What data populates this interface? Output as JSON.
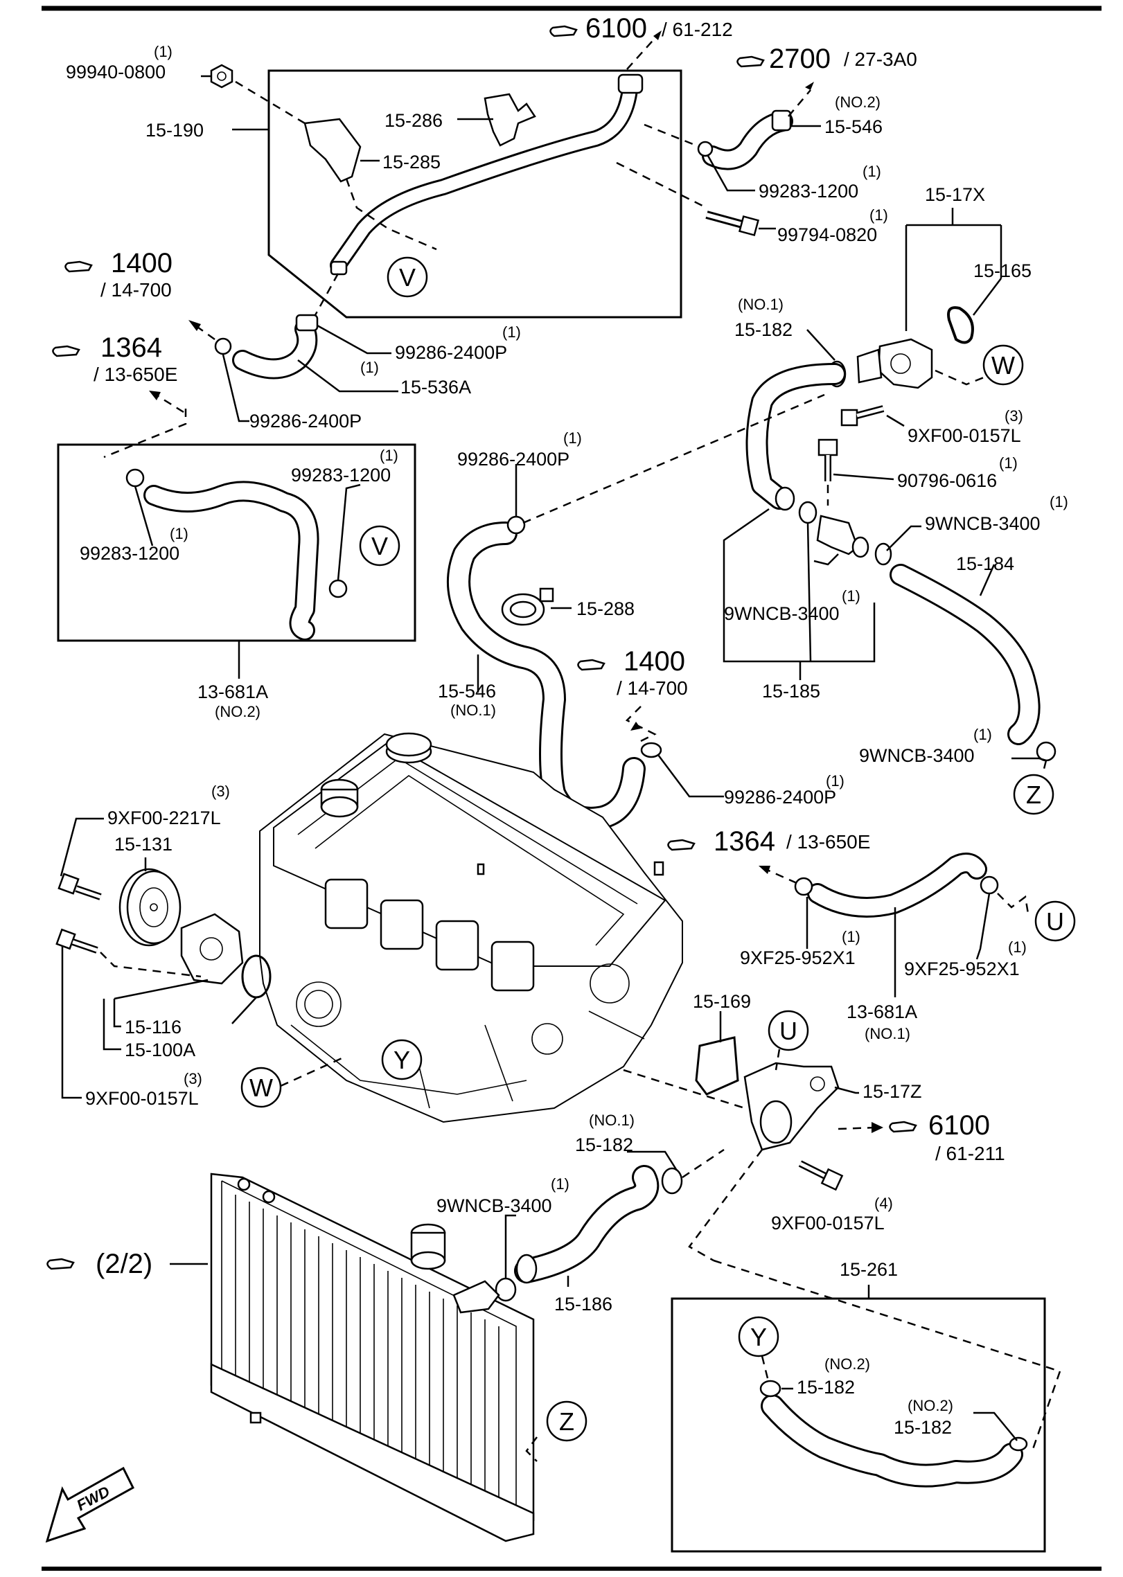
{
  "references": {
    "ref_6100_top": {
      "code": "6100",
      "sub": "/ 61-212"
    },
    "ref_2700": {
      "code": "2700",
      "sub": "/ 27-3A0"
    },
    "ref_1400_left": {
      "code": "1400",
      "sub": "/ 14-700"
    },
    "ref_1364_left": {
      "code": "1364",
      "sub": "/ 13-650E"
    },
    "ref_1400_mid": {
      "code": "1400",
      "sub": "/ 14-700"
    },
    "ref_1364_mid": {
      "code": "1364",
      "sub": "/ 13-650E"
    },
    "ref_6100_right": {
      "code": "6100",
      "sub": "/ 61-211"
    },
    "ref_radiator": {
      "code": "(2/2)"
    }
  },
  "callouts": {
    "V": "V",
    "W": "W",
    "Y": "Y",
    "Z": "Z",
    "U": "U"
  },
  "labels": {
    "p99940_qty": "(1)",
    "p99940": "99940-0800",
    "p15_190": "15-190",
    "p15_286": "15-286",
    "p15_285": "15-285",
    "p15_546_top_note": "(NO.2)",
    "p15_546_top": "15-546",
    "p99283_top_qty": "(1)",
    "p99283_top": "99283-1200",
    "p99794_qty": "(1)",
    "p99794": "99794-0820",
    "p15_17X": "15-17X",
    "p15_165": "15-165",
    "p15_182_top_note": "(NO.1)",
    "p15_182_top": "15-182",
    "p99286_a_qty": "(1)",
    "p99286_a": "99286-2400P",
    "p15_536A_qty": "(1)",
    "p15_536A": "15-536A",
    "p99286_b": "99286-2400P",
    "p9XF00_0157L_a_qty": "(3)",
    "p9XF00_0157L_a": "9XF00-0157L",
    "p90796_qty": "(1)",
    "p90796": "90796-0616",
    "p99283_box_qty": "(1)",
    "p99283_box": "99283-1200",
    "p99283_box2_qty": "(1)",
    "p99283_box2": "99283-1200",
    "p99286_c_qty": "(1)",
    "p99286_c": "99286-2400P",
    "p9WNCB_a_qty": "(1)",
    "p9WNCB_a": "9WNCB-3400",
    "p15_184": "15-184",
    "p15_288": "15-288",
    "p9WNCB_b_qty": "(1)",
    "p9WNCB_b": "9WNCB-3400",
    "p13_681A_no2": "13-681A",
    "p13_681A_no2_note": "(NO.2)",
    "p15_546_no1": "15-546",
    "p15_546_no1_note": "(NO.1)",
    "p15_185": "15-185",
    "p9WNCB_c_qty": "(1)",
    "p9WNCB_c": "9WNCB-3400",
    "p99286_d_qty": "(1)",
    "p99286_d": "99286-2400P",
    "p9XF00_2217L_qty": "(3)",
    "p9XF00_2217L": "9XF00-2217L",
    "p15_131": "15-131",
    "p9XF25_a_qty": "(1)",
    "p9XF25_a": "9XF25-952X1",
    "p9XF25_b_qty": "(1)",
    "p9XF25_b": "9XF25-952X1",
    "p15_116": "15-116",
    "p15_100A": "15-100A",
    "p9XF00_0157L_b_qty": "(3)",
    "p9XF00_0157L_b": "9XF00-0157L",
    "p13_681A_no1": "13-681A",
    "p13_681A_no1_note": "(NO.1)",
    "p15_169": "15-169",
    "p15_17Z": "15-17Z",
    "p15_182_mid_note": "(NO.1)",
    "p15_182_mid": "15-182",
    "p9WNCB_d_qty": "(1)",
    "p9WNCB_d": "9WNCB-3400",
    "p9XF00_0157L_c_qty": "(4)",
    "p9XF00_0157L_c": "9XF00-0157L",
    "p15_186": "15-186",
    "p15_261": "15-261",
    "p15_182_no2a_note": "(NO.2)",
    "p15_182_no2a": "15-182",
    "p15_182_no2b_note": "(NO.2)",
    "p15_182_no2b": "15-182",
    "fwd": "FWD"
  }
}
